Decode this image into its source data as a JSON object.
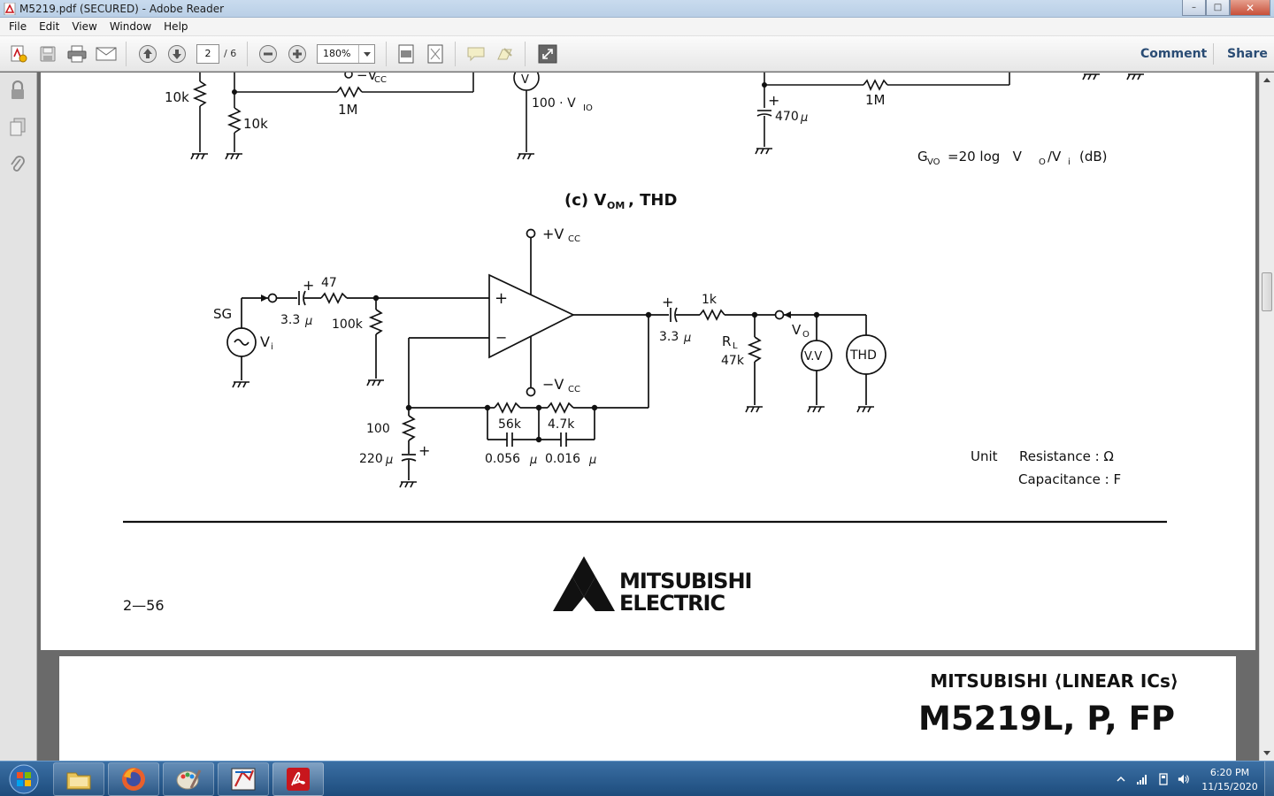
{
  "window": {
    "title": "M5219.pdf (SECURED) - Adobe Reader",
    "minimize": "–",
    "maximize": "□",
    "close": "✕"
  },
  "menu": [
    "File",
    "Edit",
    "View",
    "Window",
    "Help"
  ],
  "toolbar": {
    "page_current": "2",
    "page_total": "/ 6",
    "zoom": "180%",
    "comment_label": "Comment",
    "share_label": "Share"
  },
  "document": {
    "top_fragment": {
      "label_vcc_neg": "−V",
      "label_vcc_neg_sub": "CC",
      "r_10k_a": "10k",
      "r_10k_b": "10k",
      "r_1m_a": "1M",
      "meter_v": "V",
      "label_100vio": "100 · V",
      "label_100vio_sub": "IO",
      "cap_470": "470",
      "cap_470_unit": "μ",
      "r_1m_b": "1M",
      "gvo_formula": "G",
      "gvo_sub": "VO",
      "gvo_rest": "=20 log   V",
      "gvo_o": "O",
      "gvo_slash": "/V",
      "gvo_i": "i",
      "gvo_db": "(dB)"
    },
    "section_heading": {
      "prefix": "(c) V",
      "sub": "OM",
      "suffix": ", THD"
    },
    "circuit": {
      "vcc_pos": "+V",
      "vcc_pos_sub": "CC",
      "vcc_neg": "−V",
      "vcc_neg_sub": "CC",
      "sg": "SG",
      "vi": "V",
      "vi_sub": "i",
      "cap_in_value": "3.3",
      "cap_in_unit": "μ",
      "r_in": "47",
      "r_100k": "100k",
      "cap_out_value": "3.3",
      "cap_out_unit": "μ",
      "r_1k": "1k",
      "rl_label": "R",
      "rl_sub": "L",
      "rl_value": "47k",
      "vo": "V",
      "vo_sub": "O",
      "vv_meter": "V.V",
      "thd_meter": "THD",
      "r_100": "100",
      "cap_220": "220",
      "cap_220_unit": "μ",
      "r_56k": "56k",
      "r_4_7k": "4.7k",
      "cap_0056": "0.056",
      "cap_0016": "0.016",
      "cap_unit": "μ",
      "plus": "+",
      "minus": "−"
    },
    "unit_note": {
      "unit": "Unit",
      "resistance": "Resistance : Ω",
      "capacitance": "Capacitance : F"
    },
    "page_number": "2—56",
    "logo_line1": "MITSUBISHI",
    "logo_line2": "ELECTRIC",
    "next_page_header": "MITSUBISHI ⟨LINEAR ICs⟩",
    "next_page_part": "M5219L, P, FP"
  },
  "taskbar": {
    "clock_time": "6:20 PM",
    "clock_date": "11/15/2020"
  },
  "colors": {
    "titlebar": "#c9dbee",
    "taskbar": "#2a5d90",
    "toolbar_link": "#2a4c74",
    "pdf_red": "#c8161d"
  }
}
